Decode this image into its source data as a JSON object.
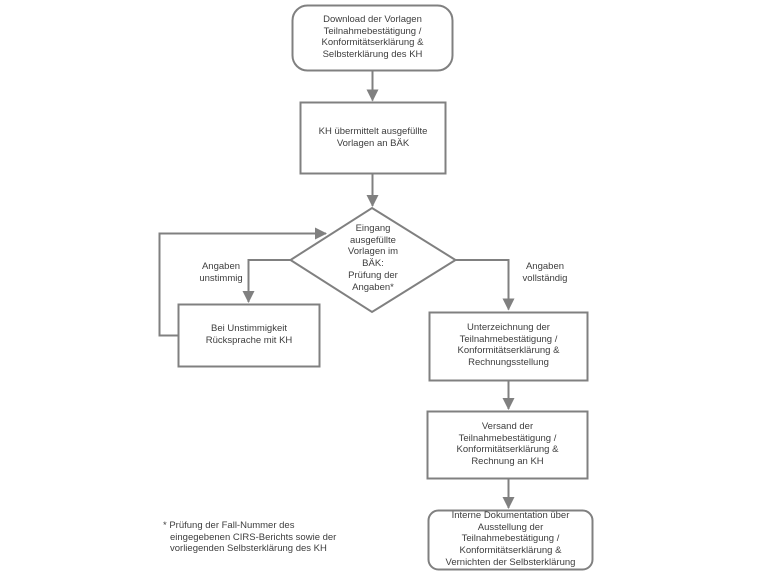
{
  "diagram": {
    "title_implicit": "",
    "colors": {
      "background": "#ffffff",
      "line": "#808080",
      "text": "#3d3d3d"
    },
    "nodes": {
      "start": {
        "type": "terminator",
        "label": "Download der Vorlagen\nTeilnahmebestätigung /\nKonformitätserklärung &\nSelbsterklärung des KH"
      },
      "submit": {
        "type": "process",
        "label": "KH übermittelt ausgefüllte\nVorlagen an BÄK"
      },
      "decision": {
        "type": "decision",
        "label": "Eingang\nausgefüllte\nVorlagen im\nBÄK:\nPrüfung der\nAngaben*"
      },
      "discrepancy": {
        "type": "process",
        "label": "Bei Unstimmigkeit\nRücksprache mit KH"
      },
      "sign": {
        "type": "process",
        "label": "Unterzeichnung der\nTeilnahmebestätigung /\nKonformitätserklärung &\nRechnungsstellung"
      },
      "send": {
        "type": "process",
        "label": "Versand der\nTeilnahmebestätigung /\nKonformitätserklärung &\nRechnung an KH"
      },
      "archive": {
        "type": "terminator",
        "label": "Interne Dokumentation über\nAusstellung der\nTeilnahmebestätigung /\nKonformitätserklärung &\nVernichten der Selbsterklärung"
      }
    },
    "edge_labels": {
      "unstimmig": "Angaben\nunstimmig",
      "vollstaendig": "Angaben\nvollständig"
    },
    "footnote": "* Prüfung der Fall-Nummer des\neingegebenen CIRS-Berichts sowie der\nvorliegenden Selbsterklärung des KH"
  }
}
